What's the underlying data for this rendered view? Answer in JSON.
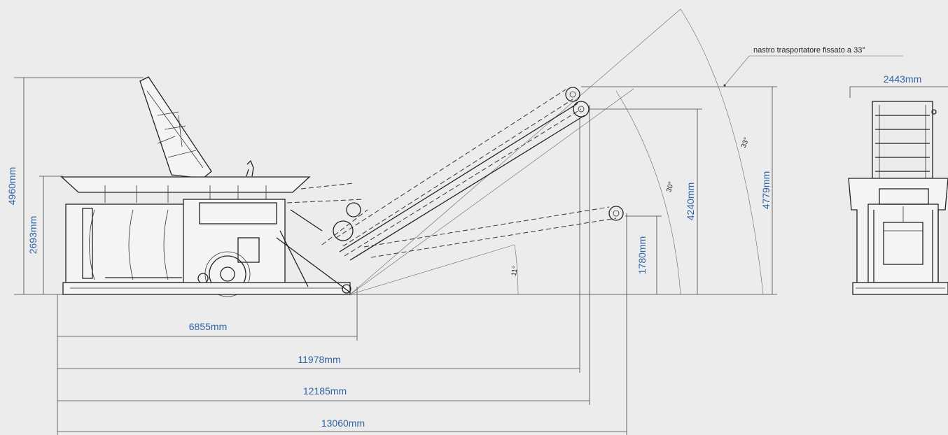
{
  "dimensions": {
    "total_height": "4960mm",
    "hopper_height": "2693mm",
    "length_6855": "6855mm",
    "length_11978": "11978mm",
    "length_12185": "12185mm",
    "length_13060": "13060mm",
    "height_1780": "1780mm",
    "height_4240": "4240mm",
    "height_4779": "4779mm",
    "width_2443": "2443mm"
  },
  "angles": {
    "a11": "11°",
    "a30": "30°",
    "a33": "33°"
  },
  "note": "nastro trasportatore fissato a 33°"
}
